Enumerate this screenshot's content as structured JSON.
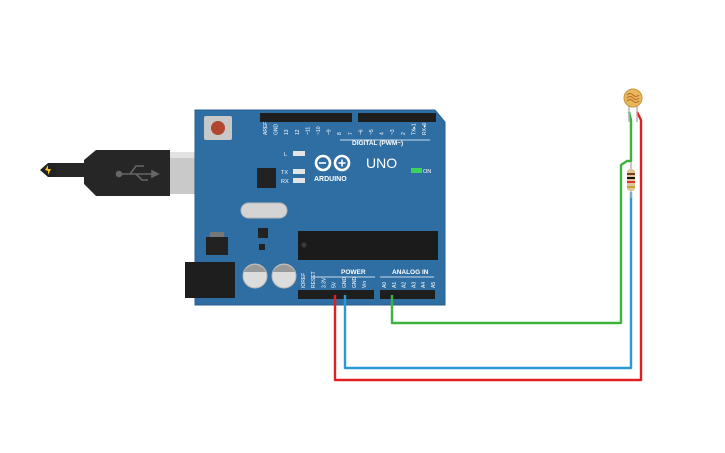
{
  "board": {
    "model": "UNO",
    "brand": "ARDUINO",
    "digital_label": "DIGITAL (PWM~)",
    "power_label": "POWER",
    "analog_label": "ANALOG IN",
    "on_label": "ON",
    "led_labels": [
      "L",
      "TX",
      "RX"
    ],
    "digital_pins": [
      "AREF",
      "GND",
      "13",
      "12",
      "~11",
      "~10",
      "~9",
      "8",
      "7",
      "~6",
      "~5",
      "4",
      "~3",
      "2",
      "TX▸1",
      "RX◂0"
    ],
    "power_pins": [
      "IOREF",
      "RESET",
      "3.3V",
      "5V",
      "GND",
      "GND",
      "Vin"
    ],
    "analog_pins": [
      "A0",
      "A1",
      "A2",
      "A3",
      "A4",
      "A5"
    ]
  },
  "colors": {
    "board": "#2f6ea3",
    "wire_5v": "#e02020",
    "wire_gnd": "#2a9ad6",
    "wire_signal": "#3db33d"
  },
  "components": {
    "usb_cable": "usb-cable",
    "photoresistor": "photoresistor",
    "resistor": "resistor"
  }
}
